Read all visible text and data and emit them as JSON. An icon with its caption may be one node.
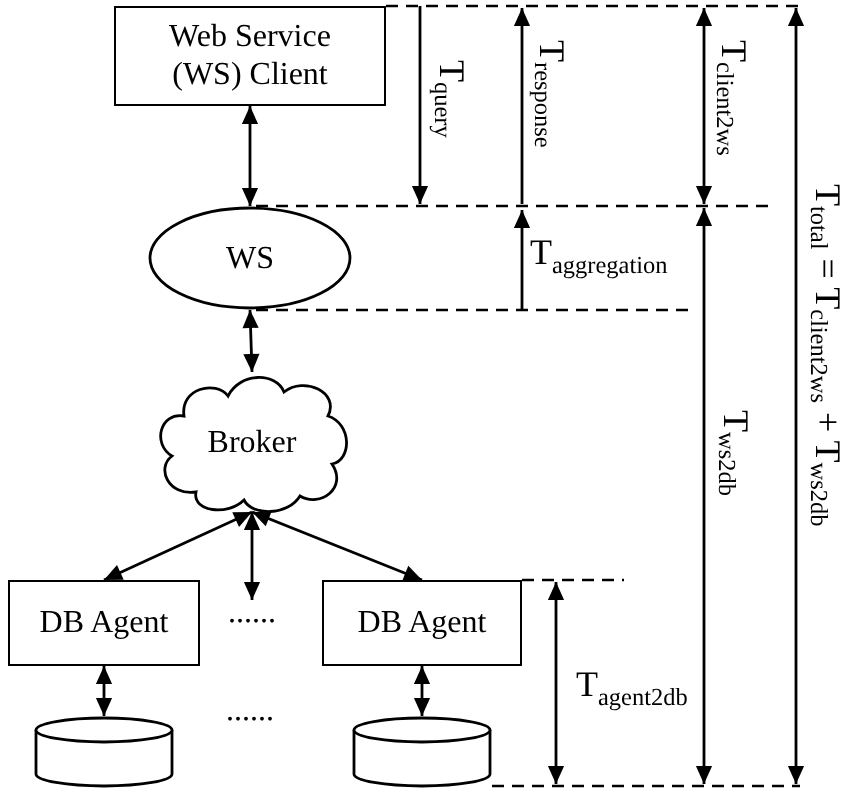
{
  "diagram": {
    "nodes": [
      {
        "text": [
          "Web Service (WS) Client"
        ]
      },
      {
        "text": [
          "WS"
        ]
      },
      {
        "text": [
          "Broker"
        ]
      },
      {
        "text": [
          "DB Agent"
        ]
      },
      {
        "text": [
          "......"
        ]
      },
      {
        "text": [
          "DB Agent"
        ]
      },
      {
        "text": [],
        "shape": "cylinder"
      },
      {
        "text": [],
        "shape": "cylinder"
      }
    ],
    "edges": [
      {
        "from": 0,
        "to": 1,
        "arrow": "both"
      },
      {
        "from": 1,
        "to": 2,
        "arrow": "both"
      },
      {
        "from": 2,
        "to": 3,
        "arrow": "both"
      },
      {
        "from": 2,
        "to": 4,
        "arrow": "both"
      },
      {
        "from": 2,
        "to": 5,
        "arrow": "both"
      },
      {
        "from": 3,
        "to": 6,
        "arrow": "both"
      },
      {
        "from": 5,
        "to": 7,
        "arrow": "both"
      }
    ],
    "labels": [
      "T$_{query}$",
      "T$_{response}$",
      "T$_{client2ws}$",
      "T$_{total}$ = T$_{client2ws}$ + T$_{ws2db}$",
      "T$_{aggregation}$",
      "T$_{ws2db}$",
      "T$_{agent2db}$",
      "......"
    ]
  }
}
